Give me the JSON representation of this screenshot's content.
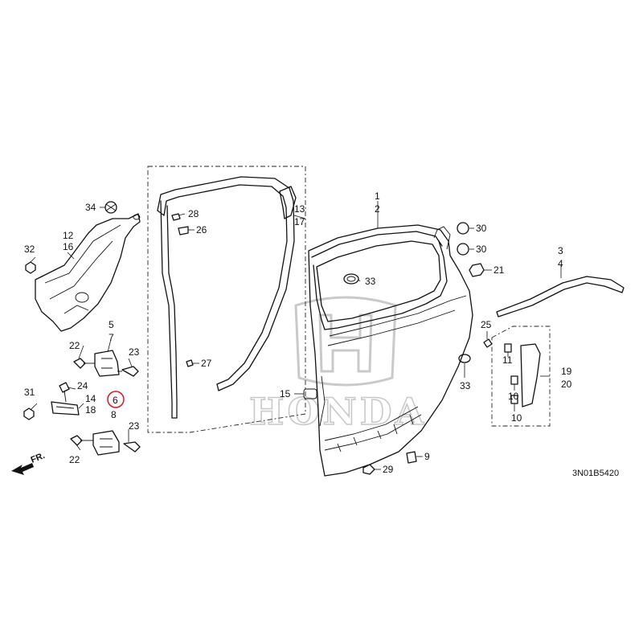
{
  "diagram_code": "3N01B5420",
  "watermark_text": "HONDA",
  "direction_label": "FR.",
  "highlight_color": "#e0181b",
  "callouts": {
    "c1": "1",
    "c2": "2",
    "c3": "3",
    "c4": "4",
    "c5": "5",
    "c6": "6",
    "c7": "7",
    "c8": "8",
    "c9": "9",
    "c10a": "10",
    "c10b": "10",
    "c11": "11",
    "c12": "12",
    "c13": "13",
    "c14": "14",
    "c15": "15",
    "c16": "16",
    "c17": "17",
    "c18": "18",
    "c19": "19",
    "c20": "20",
    "c21": "21",
    "c22a": "22",
    "c22b": "22",
    "c23a": "23",
    "c23b": "23",
    "c24": "24",
    "c25": "25",
    "c26": "26",
    "c27": "27",
    "c28": "28",
    "c29": "29",
    "c30a": "30",
    "c30b": "30",
    "c31": "31",
    "c32": "32",
    "c33a": "33",
    "c33b": "33",
    "c34": "34"
  }
}
